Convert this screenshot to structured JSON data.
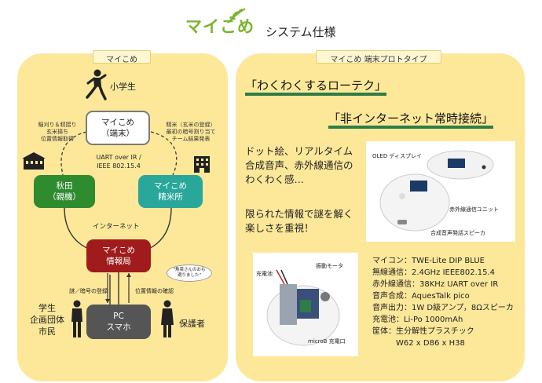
{
  "header": {
    "logo": "マイこめ",
    "title": "システム仕様"
  },
  "left_panel": {
    "tab": "マイこめ",
    "student": "小学生",
    "note_left": [
      "稲刈り＆籾摺り",
      "玄米揚ち",
      "位置情報取得"
    ],
    "note_right": [
      "精米（玄米の登録）",
      "最初の暗号割り当て",
      "チーム結果発表"
    ],
    "terminal": [
      "マイこめ",
      "（端末）"
    ],
    "uart": [
      "UART over IR /",
      "IEEE 802.15.4"
    ],
    "akita": [
      "秋田",
      "（親機）"
    ],
    "seimai": [
      "マイこめ",
      "精米所"
    ],
    "internet": "インターネット",
    "info": [
      "マイこめ",
      "情報局"
    ],
    "bubble": [
      "\"魚菜さんのおも",
      "適りました\""
    ],
    "reg": "謎／暗号の登録",
    "loc": "位置情報の確認",
    "pc": [
      "PC",
      "スマホ"
    ],
    "left_group": [
      "学生",
      "企画団体",
      "市民"
    ],
    "guardian": "保護者"
  },
  "right_panel": {
    "tab": "マイこめ 端末プロトタイプ",
    "slogan1": "「わくわくするローテク」",
    "slogan2": "「非インターネット常時接続」",
    "desc1": [
      "ドット絵、リアルタイム",
      "合成音声、赤外線通信の",
      "わくわく感…"
    ],
    "desc2": [
      "限られた情報で謎を解く",
      "楽しさを重視！"
    ],
    "photo1_labels": {
      "oled": "OLED ディスプレイ",
      "ir": "赤外線通信ユニット",
      "speaker": "合成音声発話スピーカ"
    },
    "photo2_labels": {
      "battery": "充電池",
      "motor": "振動モータ",
      "usb": "microB 充電口"
    },
    "specs": [
      "マイコン：TWE-Lite DIP BLUE",
      "無線通信：2.4GHz IEEE802.15.4",
      "赤外線通信：38KHz UART over IR",
      "音声合成：AquesTalk pico",
      "音声出力：1W D級アンプ，8Ωスピーカ",
      "充電池：Li-Po 1000mAh",
      "筐体：生分解性プラスチック",
      "　　　W62 x D86 x H38"
    ]
  },
  "colors": {
    "panel": "#fde89a",
    "logo_green": "#7bb42c",
    "akita_green": "#2e8b2e",
    "seimai_teal": "#2aa79b",
    "info_red": "#a01c1c",
    "pc_gray": "#555555",
    "slogan_underline": "#2f7d46"
  }
}
